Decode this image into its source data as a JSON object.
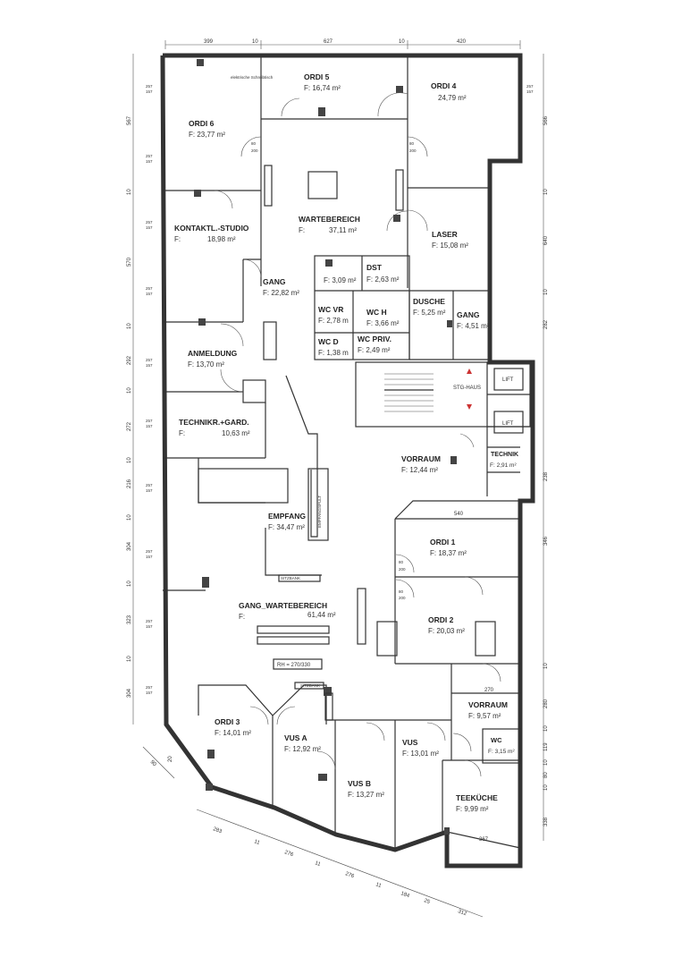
{
  "rooms": [
    {
      "name": "ORDI 6",
      "area": "F: 23,77 m²"
    },
    {
      "name": "ORDI 5",
      "area": "F: 16,74 m²"
    },
    {
      "name": "ORDI 4",
      "area": "24,79 m²"
    },
    {
      "name": "WARTEBEREICH",
      "area": "37,11 m²",
      "prefix": "F:"
    },
    {
      "name": "KONTAKTL.-STUDIO",
      "area": "18,98 m²",
      "prefix": "F:"
    },
    {
      "name": "LASER",
      "area": "F: 15,08 m²"
    },
    {
      "name": "GANG",
      "area": "F: 22,82 m²"
    },
    {
      "name": "",
      "area": "F: 3,09 m²"
    },
    {
      "name": "DST",
      "area": "F: 2,63 m²"
    },
    {
      "name": "DUSCHE",
      "area": "F: 5,25 m²"
    },
    {
      "name": "GANG",
      "area": "F: 4,51 m²"
    },
    {
      "name": "WC VR",
      "area": "F: 2,78 m"
    },
    {
      "name": "WC H",
      "area": "F: 3,66 m²"
    },
    {
      "name": "WC D",
      "area": "F: 1,38 m"
    },
    {
      "name": "WC PRIV.",
      "area": "F: 2,49 m²"
    },
    {
      "name": "ANMELDUNG",
      "area": "F: 13,70 m²"
    },
    {
      "name": "TECHNIKR.+GARD.",
      "area": "10,63 m²",
      "prefix": "F:"
    },
    {
      "name": "VORRAUM",
      "area": "F: 12,44 m²"
    },
    {
      "name": "TECHNIK",
      "area": "F: 2,91 m²"
    },
    {
      "name": "EMPFANG",
      "area": "F: 34,47 m²"
    },
    {
      "name": "ORDI 1",
      "area": "F: 18,37 m²"
    },
    {
      "name": "GANG_WARTEBEREICH",
      "area": "61,44 m²",
      "prefix": "F:"
    },
    {
      "name": "ORDI 2",
      "area": "F: 20,03 m²"
    },
    {
      "name": "VORRAUM",
      "area": "F: 9,57 m²"
    },
    {
      "name": "ORDI 3",
      "area": "F: 14,01 m²"
    },
    {
      "name": "VUS A",
      "area": "F: 12,92 m²"
    },
    {
      "name": "VUS",
      "area": "F: 13,01 m²"
    },
    {
      "name": "WC",
      "area": "F: 3,15 m²"
    },
    {
      "name": "VUS B",
      "area": "F: 13,27 m²"
    },
    {
      "name": "TEEKÜCHE",
      "area": "F: 9,99 m²"
    }
  ],
  "labels": {
    "lift1": "LIFT",
    "lift2": "LIFT",
    "stairs": "STG-HAUS",
    "sitzbank": "SITZBANK",
    "empfangspult": "EMPFANGSPULT",
    "schreibtisch": "elektrische Schreibtisch",
    "height": "RH = 270/330",
    "dim540": "540",
    "dim270": "270",
    "dim367": "367"
  },
  "dims": {
    "top": [
      "399",
      "10",
      "627",
      "10",
      "420"
    ],
    "left": [
      "567",
      "10",
      "570",
      "10",
      "292",
      "10",
      "272",
      "10",
      "216",
      "10",
      "304",
      "10",
      "323",
      "10",
      "304"
    ],
    "right": [
      "566",
      "10",
      "640",
      "10",
      "282",
      "238",
      "346",
      "10",
      "280",
      "10",
      "119",
      "10",
      "80",
      "10",
      "338"
    ],
    "bottom": [
      "283",
      "11",
      "276",
      "11",
      "276",
      "11",
      "184",
      "25",
      "312"
    ],
    "diag": [
      "90",
      "20"
    ],
    "window": [
      "257",
      "157"
    ],
    "door": [
      "80",
      "200"
    ]
  }
}
